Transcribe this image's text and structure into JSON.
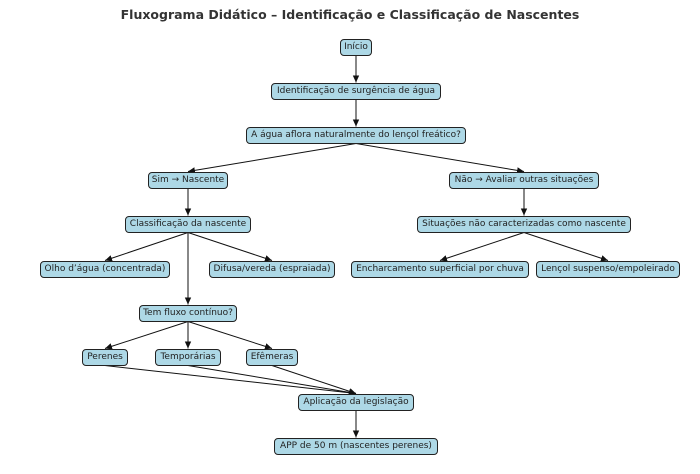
{
  "title": "Fluxograma Didático – Identificação e Classificação de Nascentes",
  "colors": {
    "node_fill": "#add8e6",
    "node_border": "#222222",
    "edge": "#111111"
  },
  "nodes": {
    "inicio": "Início",
    "identificacao": "Identificação de surgência de água",
    "aflora": "A água aflora naturalmente do lençol freático?",
    "sim": "Sim → Nascente",
    "nao": "Não → Avaliar outras situações",
    "classificacao": "Classificação da nascente",
    "situacoes": "Situações não caracterizadas como nascente",
    "olho": "Olho d’água (concentrada)",
    "difusa": "Difusa/vereda (espraiada)",
    "encharcamento": "Encharcamento superficial por chuva",
    "suspenso": "Lençol suspenso/empoleirado",
    "fluxo": "Tem fluxo contínuo?",
    "perenes": "Perenes",
    "temporarias": "Temporárias",
    "efemeras": "Efêmeras",
    "legislacao": "Aplicação da legislação",
    "app": "APP de 50 m (nascentes perenes)"
  },
  "edges": [
    [
      "inicio",
      "identificacao"
    ],
    [
      "identificacao",
      "aflora"
    ],
    [
      "aflora",
      "sim"
    ],
    [
      "aflora",
      "nao"
    ],
    [
      "sim",
      "classificacao"
    ],
    [
      "nao",
      "situacoes"
    ],
    [
      "classificacao",
      "olho"
    ],
    [
      "classificacao",
      "difusa"
    ],
    [
      "classificacao",
      "fluxo"
    ],
    [
      "situacoes",
      "encharcamento"
    ],
    [
      "situacoes",
      "suspenso"
    ],
    [
      "fluxo",
      "perenes"
    ],
    [
      "fluxo",
      "temporarias"
    ],
    [
      "fluxo",
      "efemeras"
    ],
    [
      "perenes",
      "legislacao"
    ],
    [
      "temporarias",
      "legislacao"
    ],
    [
      "efemeras",
      "legislacao"
    ],
    [
      "legislacao",
      "app"
    ]
  ]
}
